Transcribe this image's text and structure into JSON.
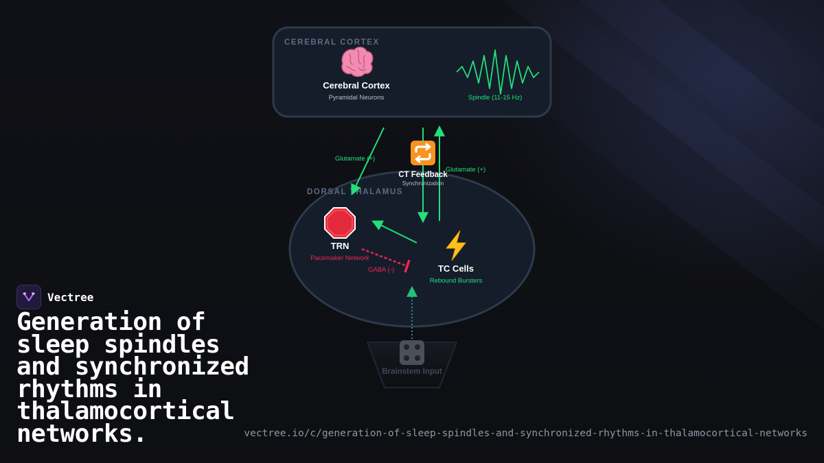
{
  "brand": {
    "name": "Vectree"
  },
  "headline": "Generation of sleep spindles and synchronized rhythms in thalamocortical networks.",
  "url": "vectree.io/c/generation-of-sleep-spindles-and-synchronized-rhythms-in-thalamocortical-networks",
  "colors": {
    "excitatory": "#22e07a",
    "inhibitory": "#f0264f",
    "modulatory": "#2a8fa0",
    "region_border": "#2e3a4c",
    "region_label": "#5d6b80"
  },
  "diagram": {
    "regions": {
      "cortex": "CEREBRAL CORTEX",
      "thalamus": "DORSAL THALAMUS"
    },
    "nodes": {
      "cortex": {
        "icon": "brain-icon",
        "title": "Cerebral Cortex",
        "subtitle": "Pyramidal Neurons"
      },
      "spindle": {
        "icon": "spindle-waveform-icon",
        "label": "Spindle (11-15 Hz)"
      },
      "feedback": {
        "icon": "repeat-icon",
        "title": "CT Feedback",
        "subtitle": "Synchronization"
      },
      "trn": {
        "icon": "stop-sign-icon",
        "title": "TRN",
        "subtitle": "Pacemaker Network"
      },
      "tc": {
        "icon": "lightning-icon",
        "title": "TC Cells",
        "subtitle": "Rebound Bursters"
      },
      "brainstem": {
        "icon": "dice-icon",
        "title": "Brainstem Input"
      }
    },
    "edges": {
      "cortex_to_trn": "Glutamate (+)",
      "tc_to_cortex": "Glutamate (+)",
      "trn_to_tc": "GABA (-)"
    }
  }
}
